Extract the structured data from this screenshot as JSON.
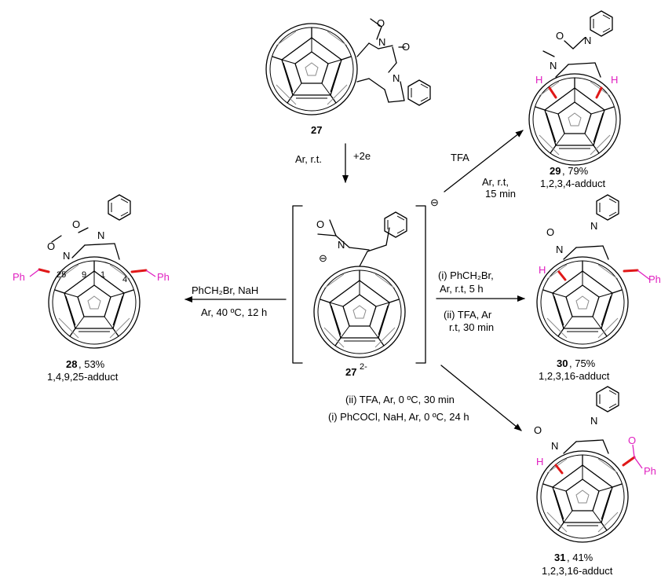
{
  "colors": {
    "highlight_group": "#e020c0",
    "new_bond": "#e01818",
    "ink": "#000000"
  },
  "start": {
    "compound": "27",
    "atoms": {
      "O": "O",
      "N1": "N",
      "N2": "N",
      "carbonyl_O": "O"
    }
  },
  "step_down": {
    "left": "Ar, r.t.",
    "right": "+2e"
  },
  "dianion": {
    "compound": "27",
    "charge": "2-",
    "minus_sign": "⊖",
    "minus_sign_bracket": "⊖"
  },
  "arrow_29": {
    "above": "TFA",
    "below_1": "Ar, r.t,",
    "below_2": "15 min"
  },
  "product_29": {
    "compound": "29",
    "yield": ", 79%",
    "descriptor": "1,2,3,4-adduct",
    "H": "H"
  },
  "arrow_30": {
    "above_1": "(i) PhCH₂Br,",
    "above_2": "Ar, r.t,  5 h",
    "below_1": "(ii) TFA, Ar",
    "below_2": "r.t, 30 min"
  },
  "product_30": {
    "compound": "30",
    "yield": ", 75%",
    "descriptor": "1,2,3,16-adduct",
    "H": "H",
    "Ph": "Ph"
  },
  "arrow_28": {
    "above": "PhCH₂Br, NaH",
    "below": "Ar, 40 ºC, 12 h"
  },
  "product_28": {
    "compound": "28",
    "yield": ", 53%",
    "descriptor": "1,4,9,25-adduct",
    "Ph": "Ph",
    "locants": [
      "25",
      "9",
      "1",
      "4"
    ]
  },
  "arrow_31": {
    "line_1": "(ii) TFA, Ar, 0 ºC, 30 min",
    "line_2": "(i) PhCOCl, NaH, Ar, 0 ºC, 24 h"
  },
  "product_31": {
    "compound": "31",
    "yield": ", 41%",
    "descriptor": "1,2,3,16-adduct",
    "H": "H",
    "Ph": "Ph",
    "O": "O"
  }
}
